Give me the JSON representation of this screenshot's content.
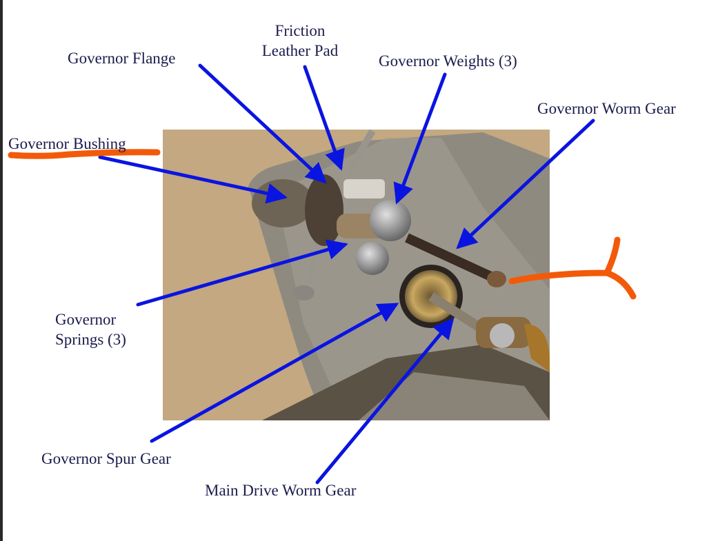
{
  "labels": {
    "governor_flange": "Governor Flange",
    "friction_line1": "Friction",
    "friction_line2": "Leather Pad",
    "governor_weights": "Governor Weights (3)",
    "governor_worm_gear": "Governor Worm Gear",
    "governor_bushing": "Governor Bushing",
    "springs_line1": "Governor",
    "springs_line2": "Springs (3)",
    "governor_spur_gear": "Governor Spur Gear",
    "main_drive_worm_gear": "Main Drive Worm Gear"
  },
  "colors": {
    "arrow": "#0a14e0",
    "annotation": "#f25a0a",
    "text": "#1b1b4d"
  }
}
